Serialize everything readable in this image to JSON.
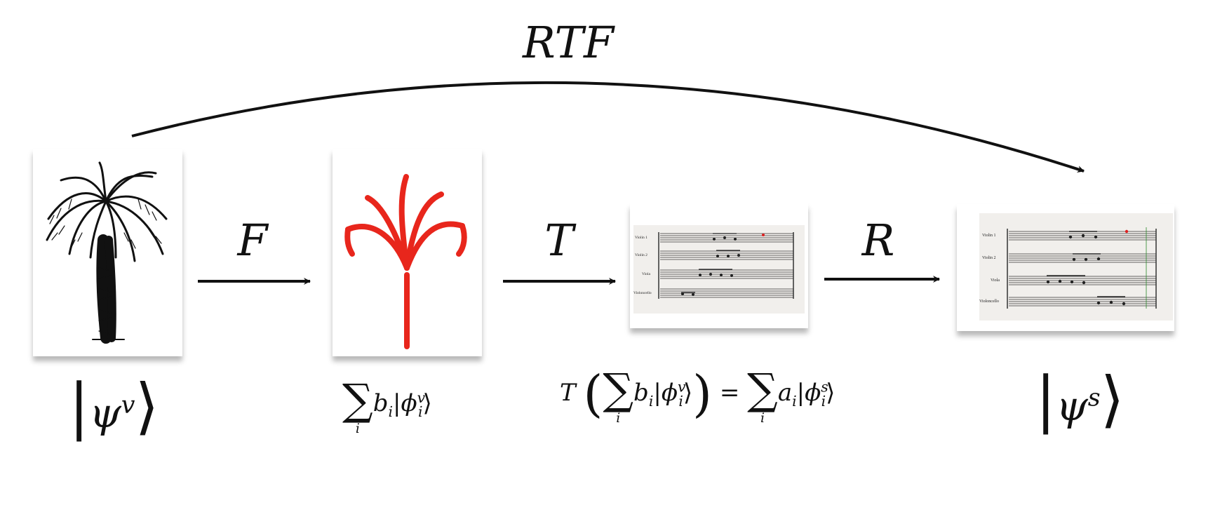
{
  "operators": {
    "rtf": "RTF",
    "f": "F",
    "t": "T",
    "r": "R"
  },
  "labels": {
    "psi_v": {
      "bar": "|",
      "psi": "ψ",
      "sup": "v",
      "close": "⟩"
    },
    "sum_b_phi_v": {
      "sigma": "∑",
      "index": "i",
      "coef": "b",
      "coef_sub": "i",
      "bar": "|",
      "phi": "ϕ",
      "sup": "v",
      "sub": "i",
      "close": "⟩"
    },
    "mapping": {
      "op": "T",
      "lparen": "(",
      "rparen": ")",
      "eq": "=",
      "sigma": "∑",
      "index": "i",
      "coef_b": "b",
      "coef_a": "a",
      "coef_sub": "i",
      "bar": "|",
      "phi": "ϕ",
      "sup_v": "v",
      "sup_s": "s",
      "sub": "i",
      "close": "⟩"
    },
    "psi_s": {
      "bar": "|",
      "psi": "ψ",
      "sup": "s",
      "close": "⟩"
    }
  },
  "score": {
    "instruments": [
      "Violin 1",
      "Violin 2",
      "Viola",
      "Violoncello"
    ]
  },
  "colors": {
    "ink": "#111111",
    "red_sketch": "#e8261c",
    "paper": "#f1efec"
  }
}
